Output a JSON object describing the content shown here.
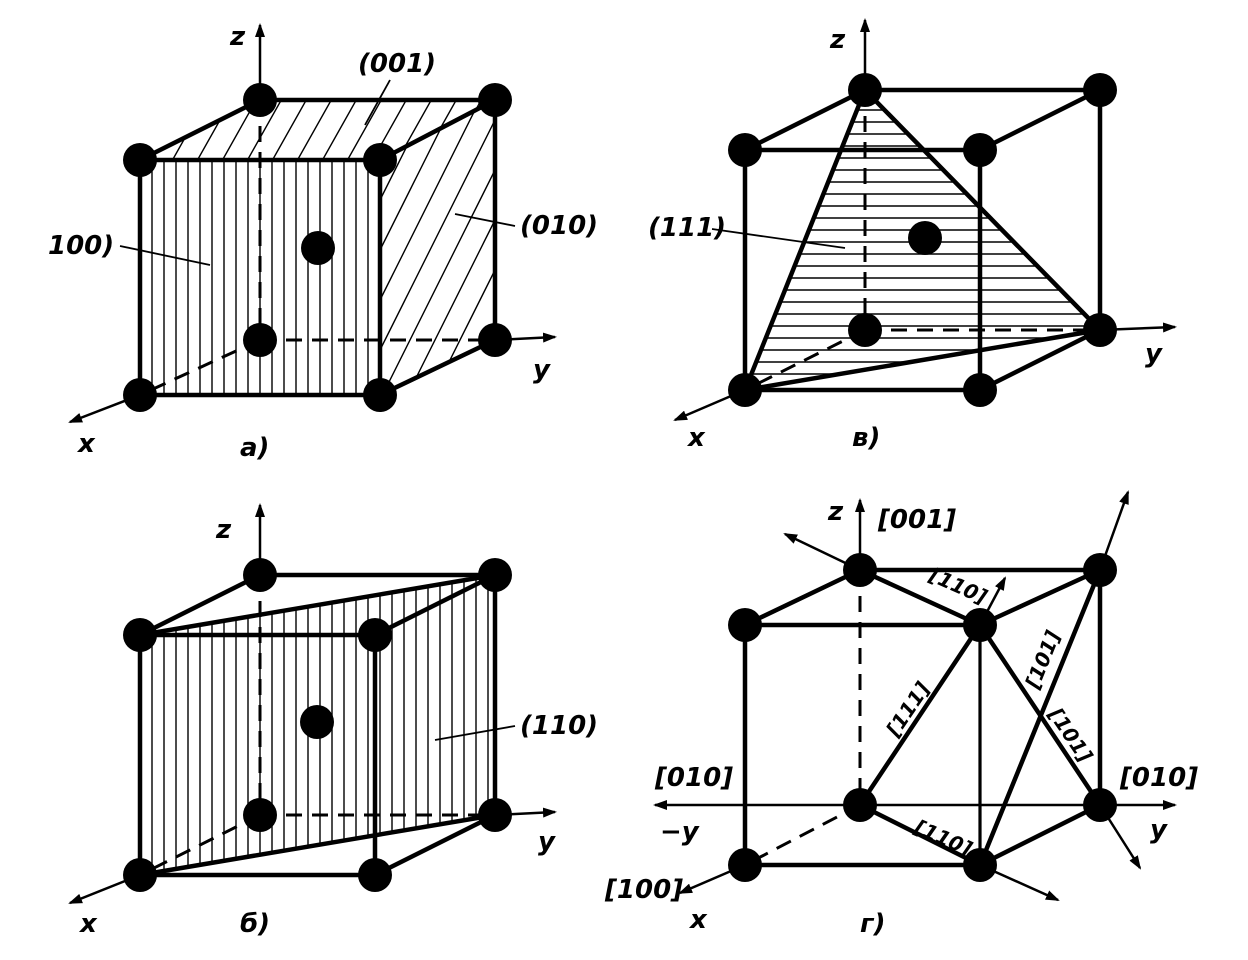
{
  "axes": {
    "x": "x",
    "y": "y",
    "z": "z",
    "neg_y": "−y"
  },
  "panels": {
    "a": {
      "caption": "а)",
      "plane_labels": {
        "plane_001": "(001)",
        "plane_100": "100)",
        "plane_010": "(010)"
      }
    },
    "b": {
      "caption": "б)",
      "plane_labels": {
        "plane_110": "(110)"
      }
    },
    "v": {
      "caption": "в)",
      "plane_labels": {
        "plane_111": "(111)"
      }
    },
    "g": {
      "caption": "г)",
      "direction_labels": {
        "dir_001": "[001]",
        "dir_010_left": "[010]",
        "dir_010_right": "[010]",
        "dir_100": "[100]",
        "dir_110_top": "[110]",
        "dir_110_bottom": "[110]",
        "dir_111": "[111]",
        "dir_101_a": "[101]",
        "dir_101_b": "[101]"
      }
    }
  }
}
